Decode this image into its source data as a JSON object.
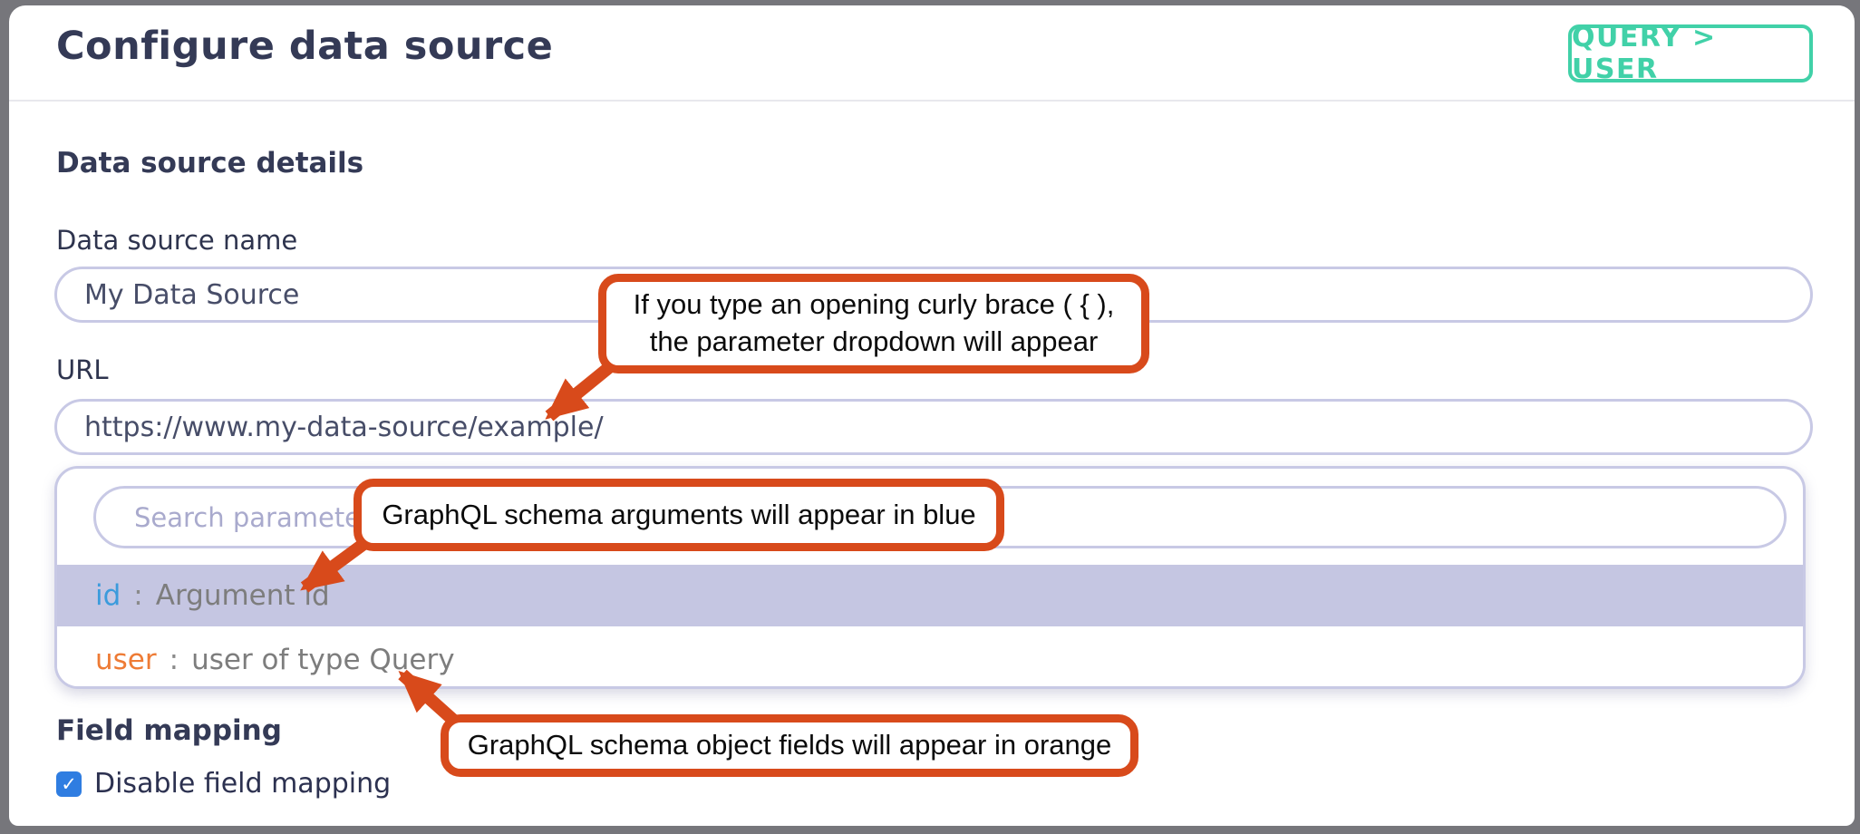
{
  "header": {
    "title": "Configure data source",
    "badge": "QUERY > USER"
  },
  "sections": {
    "details_heading": "Data source details",
    "field_mapping_heading": "Field mapping"
  },
  "fields": {
    "name": {
      "label": "Data source name",
      "value": "My Data Source"
    },
    "url": {
      "label": "URL",
      "value": "https://www.my-data-source/example/"
    }
  },
  "dropdown": {
    "search_placeholder": "Search parameter",
    "items": [
      {
        "name": "id",
        "separator": ":",
        "description": "Argument id",
        "highlighted": true
      },
      {
        "name": "user",
        "separator": ":",
        "description": "user of type Query",
        "highlighted": false
      }
    ]
  },
  "field_mapping": {
    "checkbox_label": "Disable field mapping",
    "checked": true
  },
  "icons": {
    "check_glyph": "✓"
  },
  "annotations": [
    {
      "text": "If you type an opening curly brace ( { ),\nthe parameter dropdown will appear",
      "points_to": "url-input"
    },
    {
      "text": "GraphQL schema arguments will appear in blue",
      "points_to": "dropdown-item-id"
    },
    {
      "text": "GraphQL schema object fields will appear in orange",
      "points_to": "dropdown-item-user"
    }
  ],
  "colors": {
    "accent_teal": "#41d1a8",
    "annotation_orange": "#d84a1b",
    "argument_blue": "#3b9bdc",
    "field_orange": "#ee7b35",
    "highlight_lavender": "#c5c6e2",
    "border_lavender": "#c8c9e5",
    "checkbox_blue": "#2f7de1",
    "heading_navy": "#343a56",
    "frame_gray": "#76767b"
  }
}
